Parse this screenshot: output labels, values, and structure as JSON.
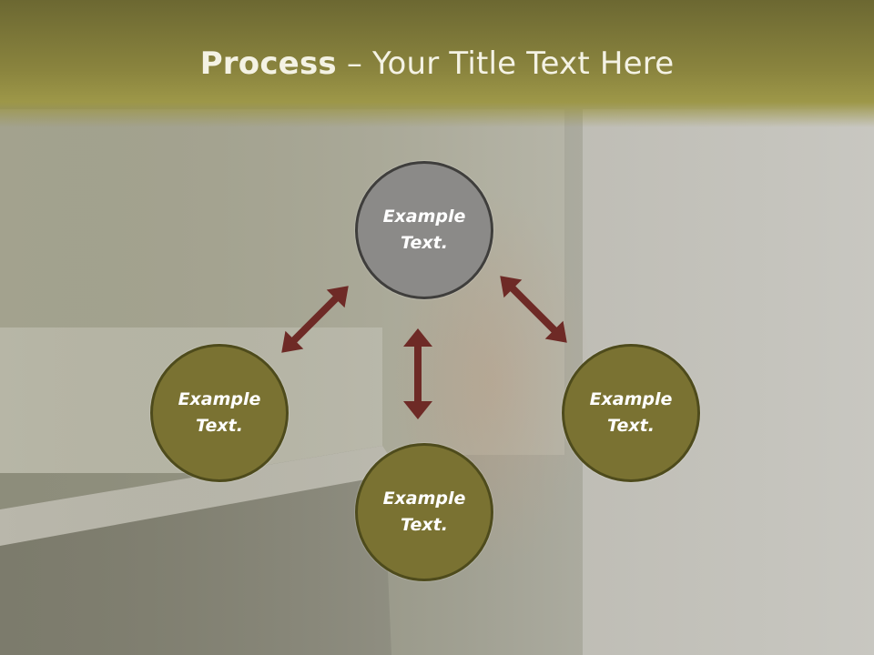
{
  "slide": {
    "title_bold": "Process",
    "title_rest": " – Your Title Text Here"
  },
  "nodes": [
    {
      "id": "top",
      "label": "Example Text."
    },
    {
      "id": "left",
      "label": "Example Text."
    },
    {
      "id": "right",
      "label": "Example Text."
    },
    {
      "id": "bottom",
      "label": "Example Text."
    }
  ],
  "colors": {
    "header": "#8a843e",
    "node_top": "#8b8a88",
    "node_others": "#7a7232",
    "arrow": "#6e2a26"
  }
}
